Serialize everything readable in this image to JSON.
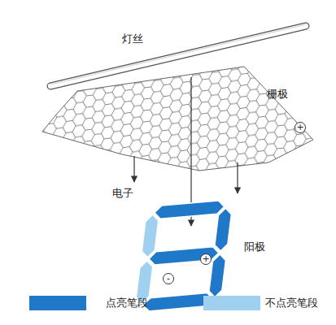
{
  "diagram": {
    "labels": [
      "灯丝",
      "栅极",
      "+",
      "电子",
      "+",
      "阳极",
      "-"
    ],
    "legend": [
      {
        "text": "点亮笔段",
        "color": "#1f78c8"
      },
      {
        "text": "不点亮笔段",
        "color": "#9fd0f0"
      }
    ]
  }
}
